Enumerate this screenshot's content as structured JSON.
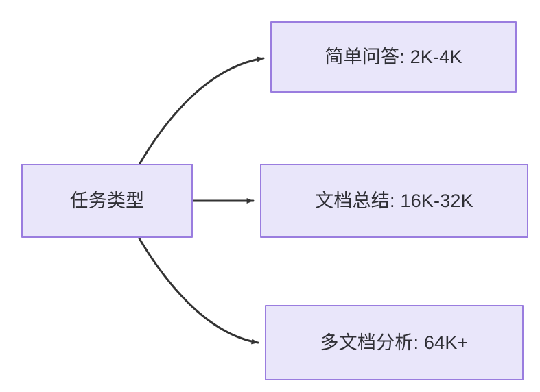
{
  "diagram": {
    "type": "flowchart",
    "direction": "left-to-right",
    "background_color": "#ffffff",
    "node_fill_color": "#e9e6fa",
    "node_border_color": "#9a7ddf",
    "node_text_color": "#2f2f35",
    "edge_color": "#333333",
    "nodes": [
      {
        "id": "source",
        "label": "任务类型"
      },
      {
        "id": "simple_qa",
        "label": "简单问答: 2K-4K"
      },
      {
        "id": "doc_summary",
        "label": "文档总结: 16K-32K"
      },
      {
        "id": "multi_doc",
        "label": "多文档分析: 64K+"
      }
    ],
    "edges": [
      {
        "id": "edge-source-simple-qa",
        "from": "任务类型",
        "to": "简单问答: 2K-4K",
        "style": "curved",
        "arrowhead": "solid-triangle"
      },
      {
        "id": "edge-source-doc-summary",
        "from": "任务类型",
        "to": "文档总结: 16K-32K",
        "style": "straight",
        "arrowhead": "solid-triangle"
      },
      {
        "id": "edge-source-multi-doc",
        "from": "任务类型",
        "to": "多文档分析: 64K+",
        "style": "curved",
        "arrowhead": "solid-triangle"
      }
    ]
  }
}
